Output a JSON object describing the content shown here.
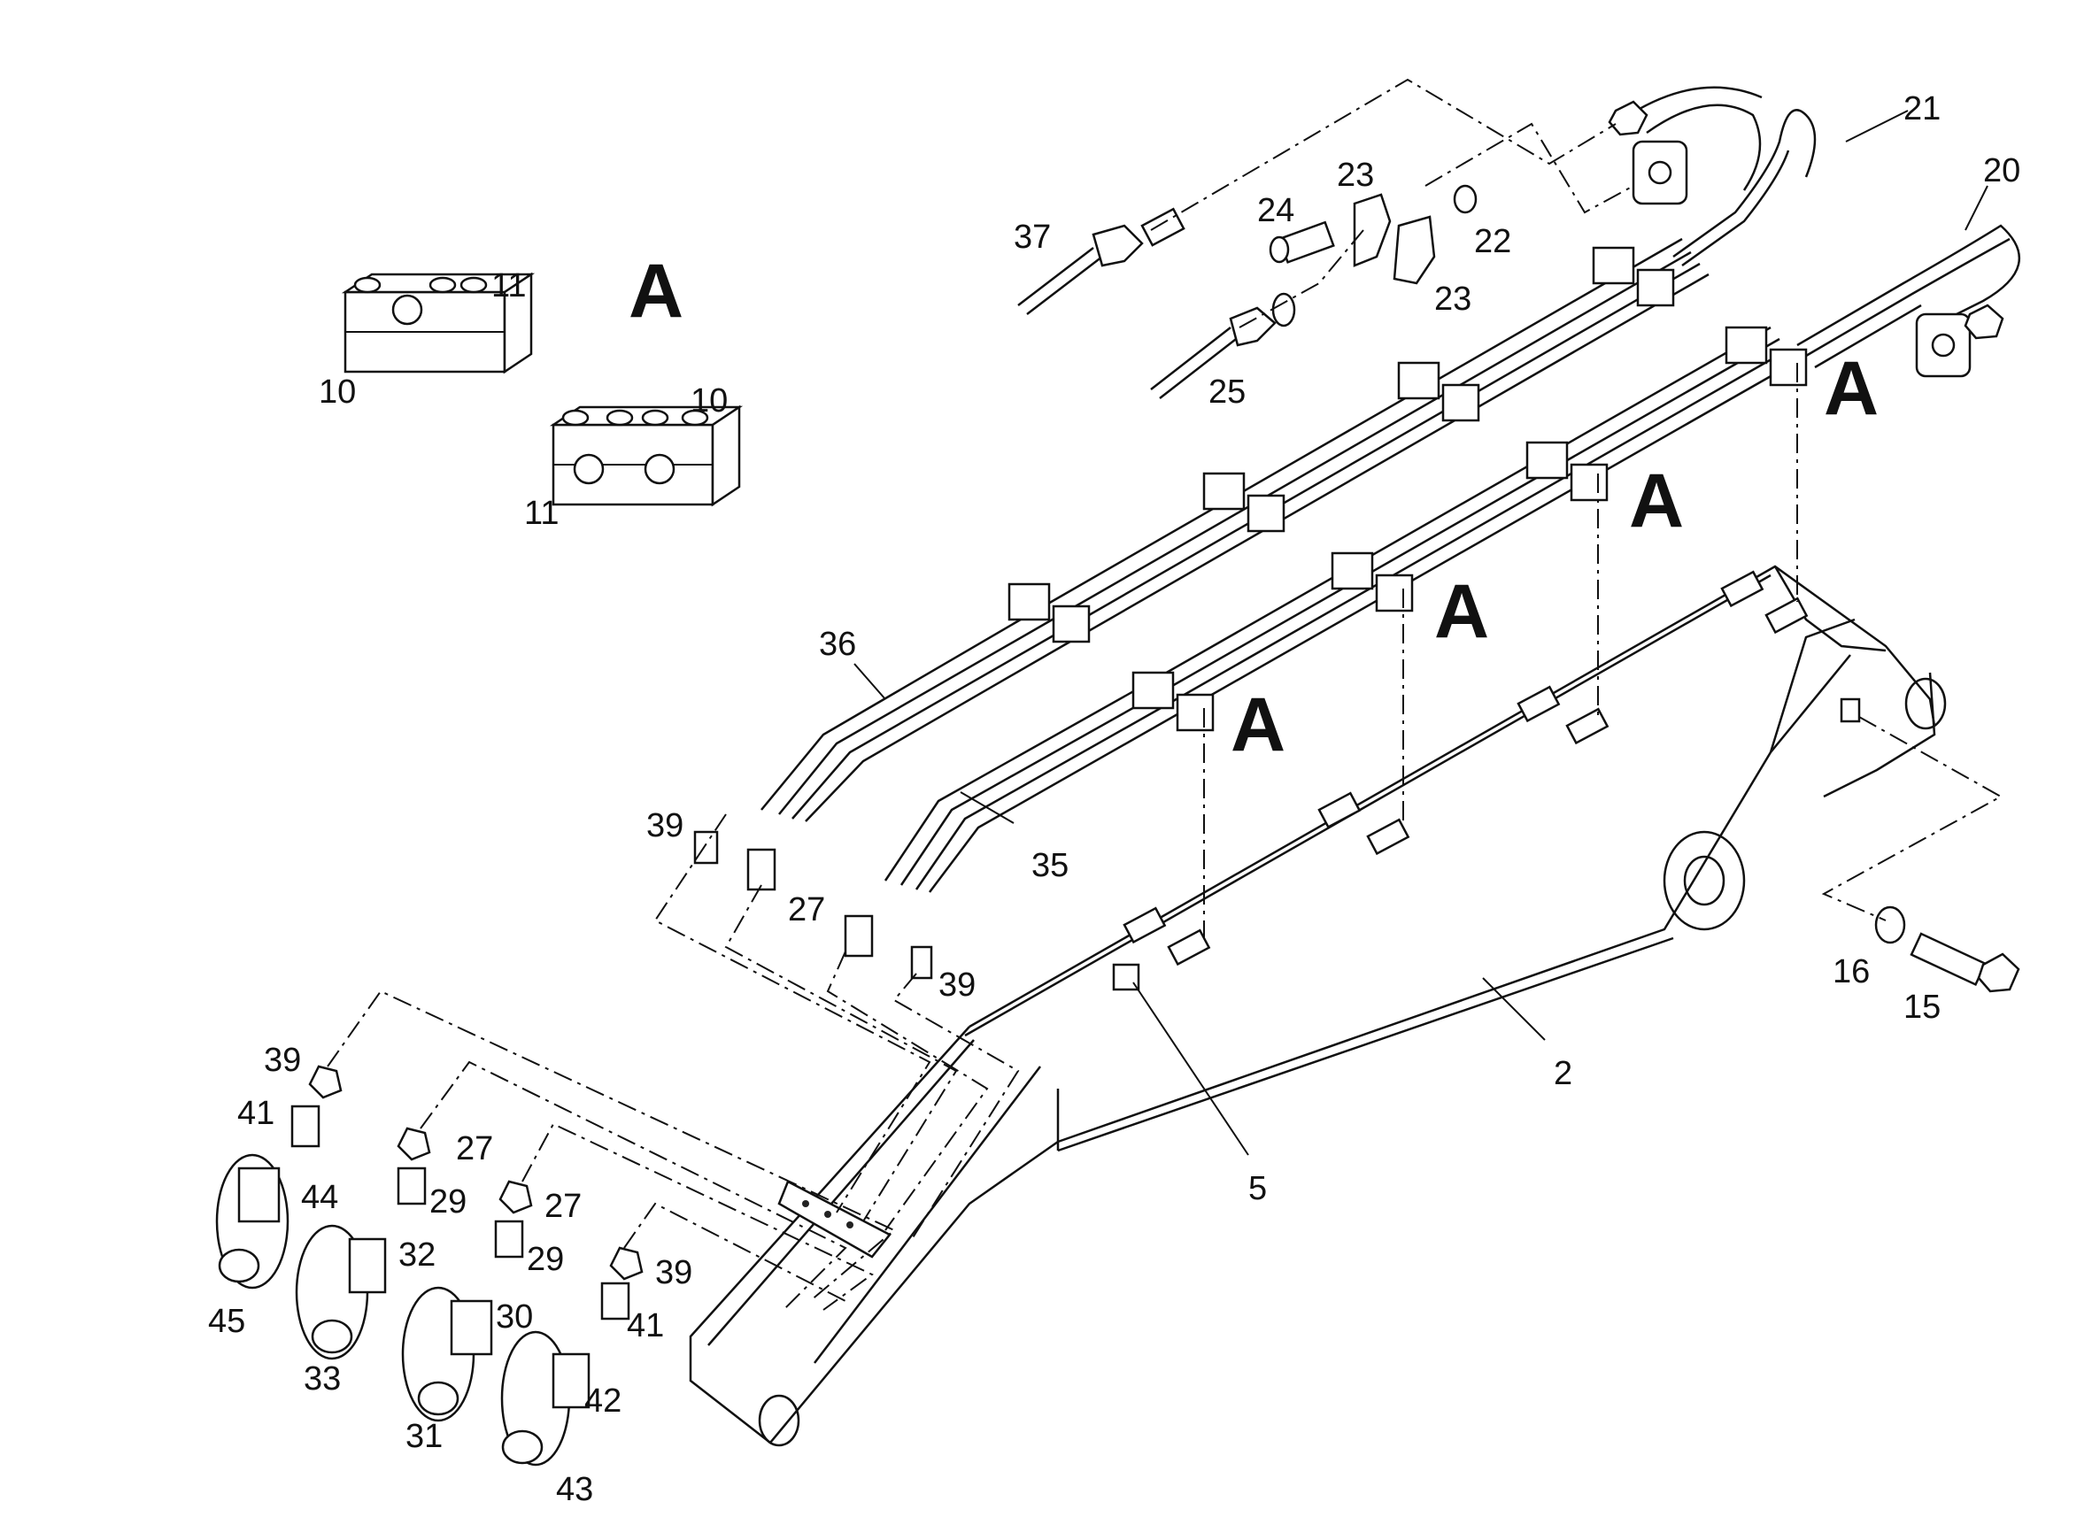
{
  "callouts": {
    "c2": "2",
    "c5": "5",
    "c10a": "10",
    "c10b": "10",
    "c11a": "11",
    "c11b": "11",
    "c15": "15",
    "c16": "16",
    "c20": "20",
    "c21": "21",
    "c22": "22",
    "c23a": "23",
    "c23b": "23",
    "c24": "24",
    "c25": "25",
    "c27a": "27",
    "c27b": "27",
    "c27c": "27",
    "c29a": "29",
    "c29b": "29",
    "c30": "30",
    "c31": "31",
    "c32": "32",
    "c33": "33",
    "c35": "35",
    "c36": "36",
    "c37": "37",
    "c39a": "39",
    "c39b": "39",
    "c39c": "39",
    "c39d": "39",
    "c41a": "41",
    "c41b": "41",
    "c42": "42",
    "c43": "43",
    "c44": "44",
    "c45": "45"
  },
  "detail_marks": {
    "a_detail": "A",
    "a1": "A",
    "a2": "A",
    "a3": "A",
    "a4": "A"
  }
}
